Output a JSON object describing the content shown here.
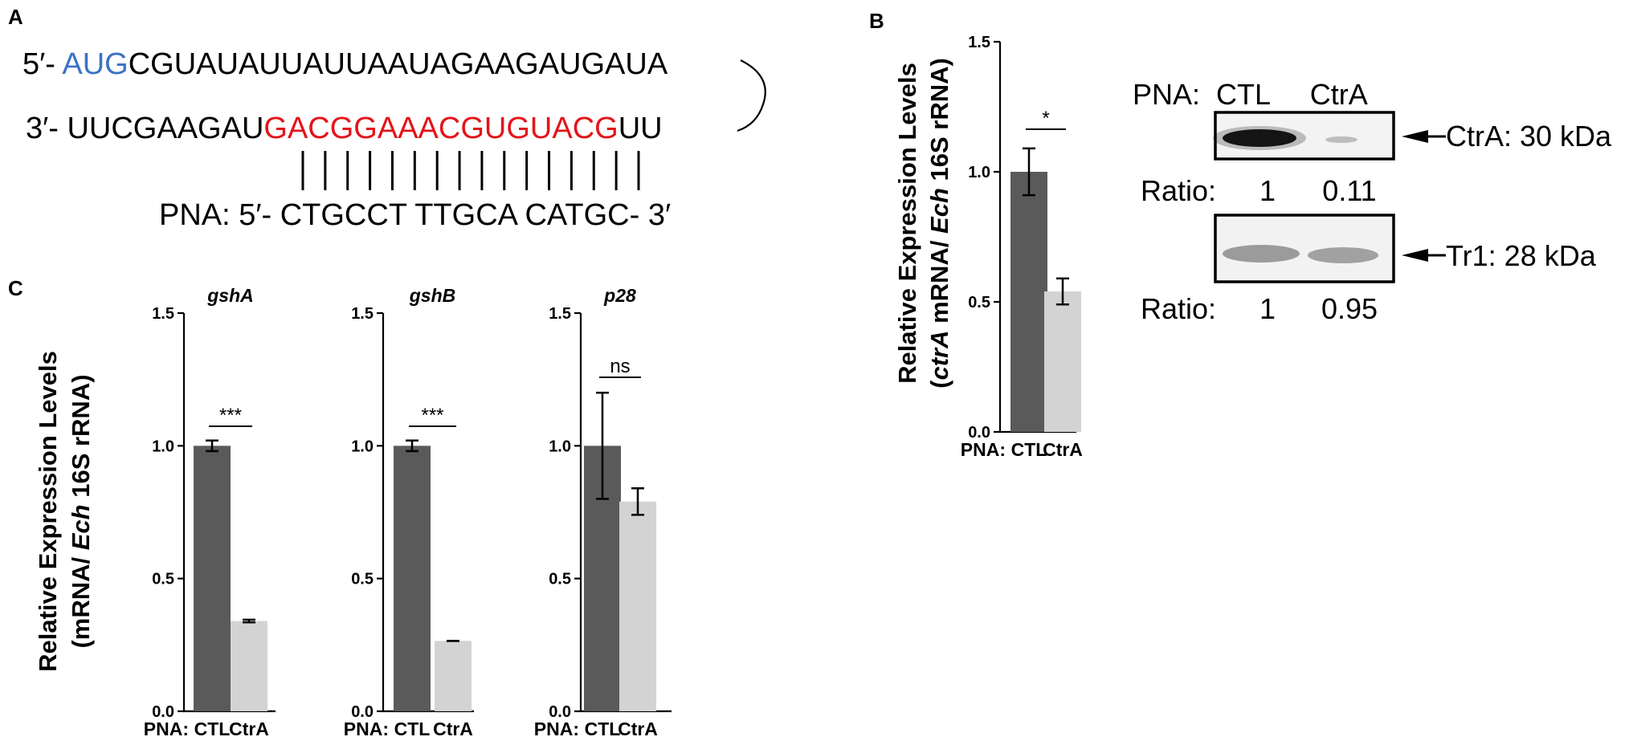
{
  "panels": {
    "a": {
      "letter": "A",
      "line1": {
        "prefix": "5′- ",
        "start_codon": "AUG",
        "rest": "CGUAUAUUAUUAAUAGAAGAUGAUA"
      },
      "line2": {
        "prefix": "3′- UUCGAAGAU",
        "target": "GACGGAAACGUGUACG",
        "suffix": "UU"
      },
      "pna_sequence": "PNA: 5′- CTGCCT TTGCA CATGC- 3′",
      "pair_count": 16,
      "colors": {
        "start_codon": "#3b73c4",
        "target": "#e4141a"
      }
    },
    "b": {
      "letter": "B",
      "blot_header": "PNA:  CTL     CtrA",
      "blots": [
        {
          "protein_label": "CtrA: 30 kDa",
          "ratio_label": "Ratio:",
          "ratios": [
            "1",
            "0.11"
          ]
        },
        {
          "protein_label": "Tr1: 28 kDa",
          "ratio_label": "Ratio:",
          "ratios": [
            "1",
            "0.95"
          ]
        }
      ]
    },
    "c": {
      "letter": "C"
    }
  },
  "chart_data": [
    {
      "type": "bar",
      "panel": "B",
      "title": "",
      "categories": [
        "CTL",
        "CtrA"
      ],
      "values": [
        1.0,
        0.54
      ],
      "errors": [
        0.09,
        0.05
      ],
      "significance": "*",
      "ylim": [
        0,
        1.5
      ],
      "yticks": [
        "0.0",
        "0.5",
        "1.0",
        "1.5"
      ],
      "ylabel_line1": "Relative Expression Levels",
      "ylabel_line2_italic": "ctrA",
      "ylabel_line2_mid": " mRNA/ ",
      "ylabel_line2_italic2": "Ech",
      "ylabel_line2_end": " 16S rRNA)",
      "ylabel_line2_open": "(",
      "xlabel_prefix": "PNA:",
      "colors": [
        "#5a5a5a",
        "#d3d3d3"
      ]
    },
    {
      "type": "bar",
      "panel": "C",
      "title": "gshA",
      "categories": [
        "CTL",
        "CtrA"
      ],
      "values": [
        1.0,
        0.34
      ],
      "errors": [
        0.02,
        0.005
      ],
      "significance": "***",
      "ylim": [
        0,
        1.5
      ],
      "yticks": [
        "0.0",
        "0.5",
        "1.0",
        "1.5"
      ],
      "xlabel_prefix": "PNA:",
      "colors": [
        "#5a5a5a",
        "#d3d3d3"
      ]
    },
    {
      "type": "bar",
      "panel": "C",
      "title": "gshB",
      "categories": [
        "CTL",
        "CtrA"
      ],
      "values": [
        1.0,
        0.265
      ],
      "errors": [
        0.02,
        0.0
      ],
      "significance": "***",
      "ylim": [
        0,
        1.5
      ],
      "yticks": [
        "0.0",
        "0.5",
        "1.0",
        "1.5"
      ],
      "xlabel_prefix": "PNA:",
      "colors": [
        "#5a5a5a",
        "#d3d3d3"
      ]
    },
    {
      "type": "bar",
      "panel": "C",
      "title": "p28",
      "categories": [
        "CTL",
        "CtrA"
      ],
      "values": [
        1.0,
        0.79
      ],
      "errors": [
        0.2,
        0.05
      ],
      "significance": "ns",
      "ylim": [
        0,
        1.5
      ],
      "yticks": [
        "0.0",
        "0.5",
        "1.0",
        "1.5"
      ],
      "xlabel_prefix": "PNA:",
      "colors": [
        "#5a5a5a",
        "#d3d3d3"
      ]
    }
  ],
  "panel_c_ylabel": {
    "line1": "Relative Expression Levels",
    "line2_start": "(mRNA/ ",
    "line2_italic": "Ech",
    "line2_end": " 16S rRNA)"
  }
}
